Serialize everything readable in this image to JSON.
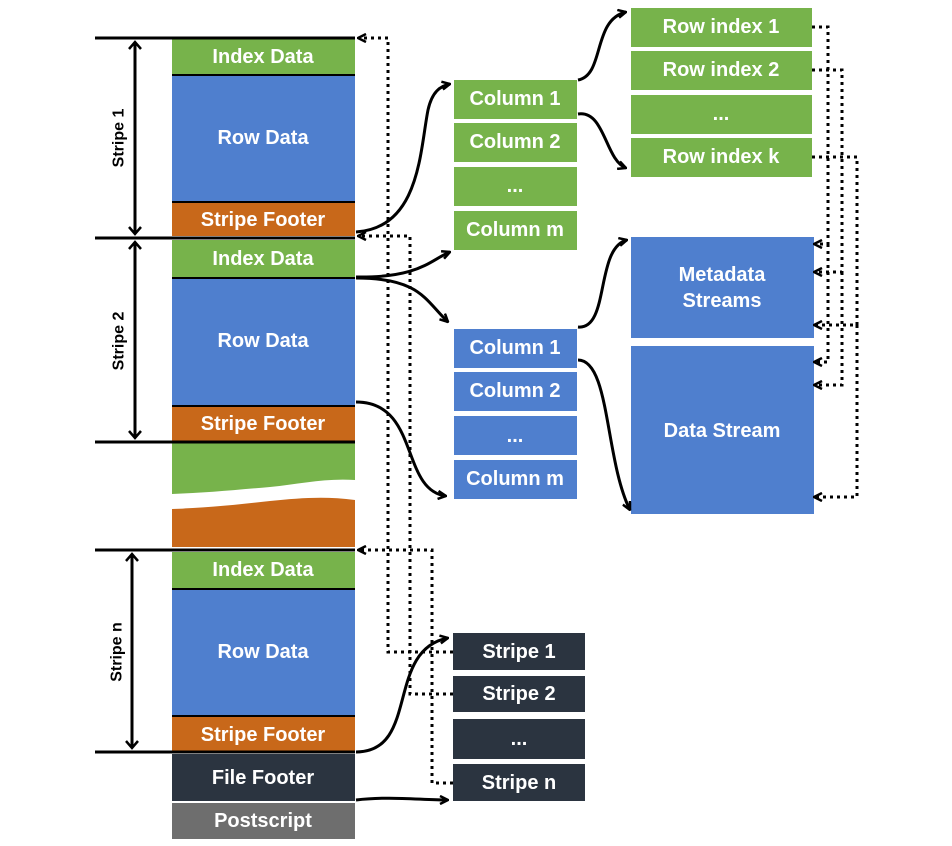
{
  "colors": {
    "index_green": "#77B34B",
    "row_blue": "#4F7FCE",
    "footer_orange": "#C8681A",
    "dark_navy": "#2B3440",
    "postscript_gray": "#6E6E6E"
  },
  "file": {
    "stripe1": {
      "side_label": "Stripe 1",
      "index": "Index Data",
      "row": "Row Data",
      "footer": "Stripe Footer"
    },
    "stripe2": {
      "side_label": "Stripe 2",
      "index": "Index Data",
      "row": "Row Data",
      "footer": "Stripe Footer"
    },
    "striped_n": {
      "side_label": "Stripe n",
      "index": "Index Data",
      "row": "Row Data",
      "footer": "Stripe Footer"
    },
    "file_footer": "File Footer",
    "postscript": "Postscript"
  },
  "index_columns": [
    "Column 1",
    "Column 2",
    "...",
    "Column m"
  ],
  "row_columns": [
    "Column 1",
    "Column 2",
    "...",
    "Column m"
  ],
  "row_indexes": [
    "Row index 1",
    "Row index 2",
    "...",
    "Row index k"
  ],
  "streams": {
    "metadata_line1": "Metadata",
    "metadata_line2": "Streams",
    "data": "Data Stream"
  },
  "footer_stripes": [
    "Stripe 1",
    "Stripe 2",
    "...",
    "Stripe n"
  ]
}
